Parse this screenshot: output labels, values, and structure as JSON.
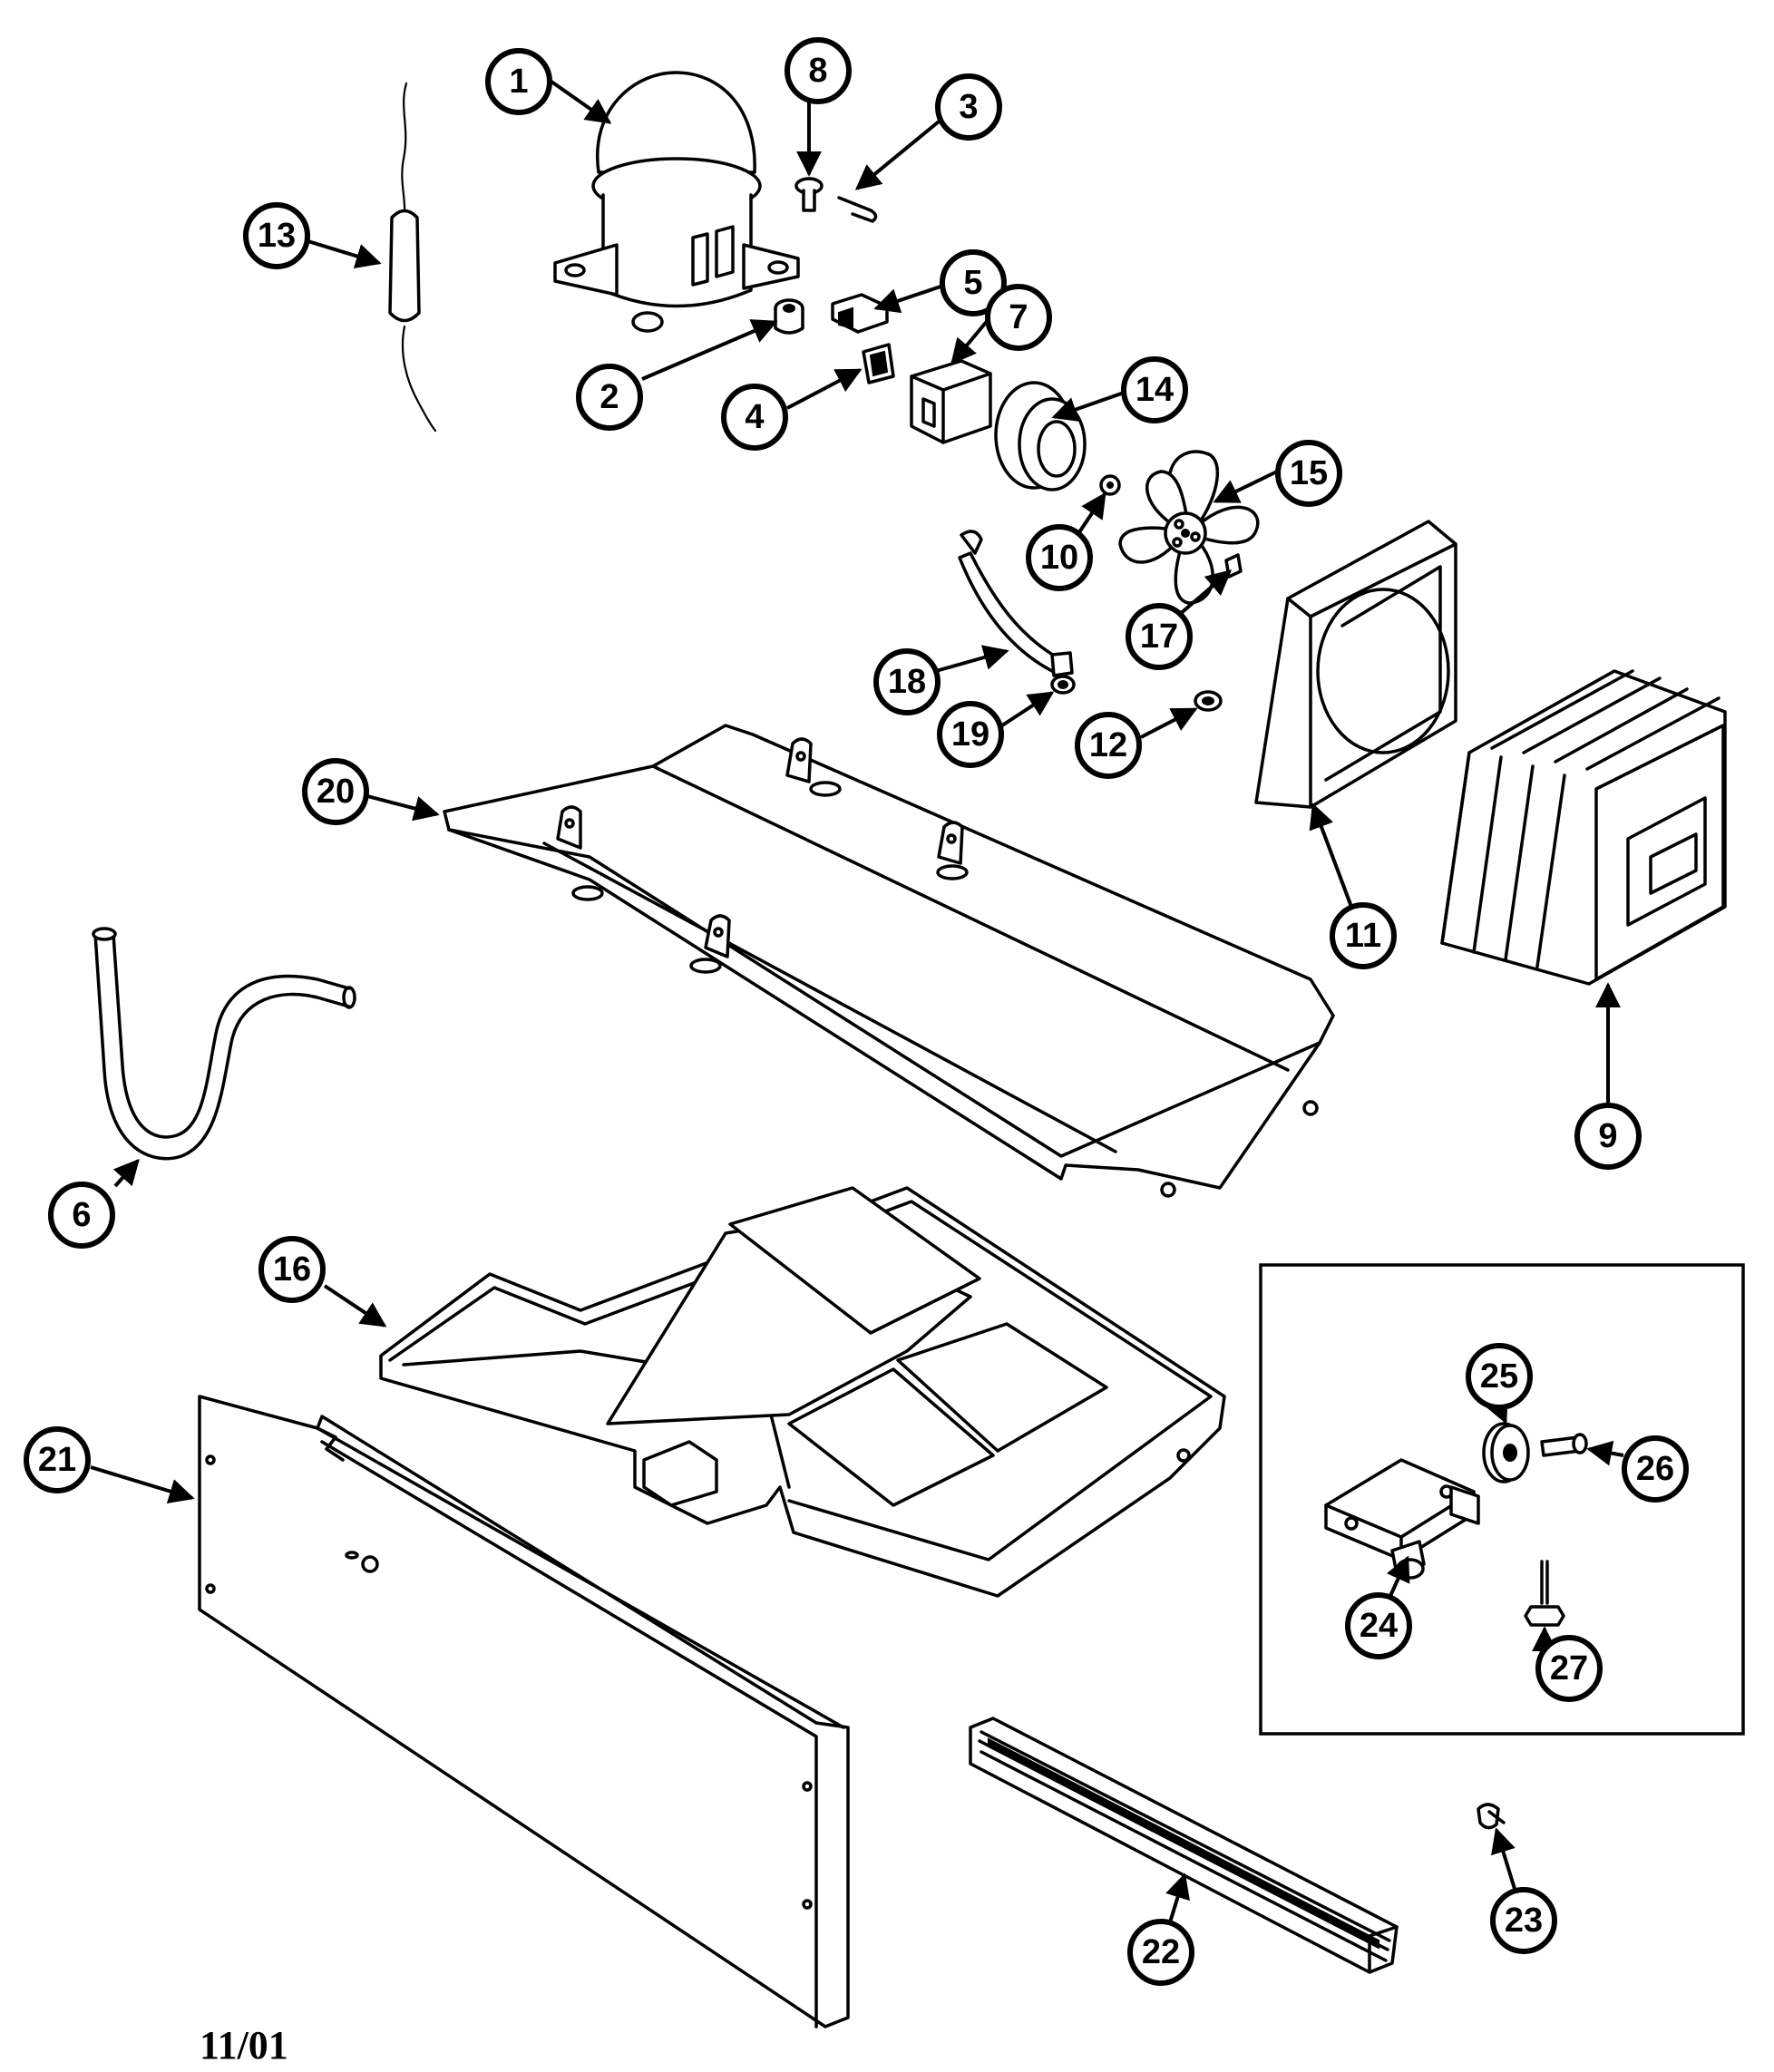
{
  "date": "11/01",
  "callouts": [
    {
      "id": "1",
      "label": "1"
    },
    {
      "id": "2",
      "label": "2"
    },
    {
      "id": "3",
      "label": "3"
    },
    {
      "id": "4",
      "label": "4"
    },
    {
      "id": "5",
      "label": "5"
    },
    {
      "id": "6",
      "label": "6"
    },
    {
      "id": "7",
      "label": "7"
    },
    {
      "id": "8",
      "label": "8"
    },
    {
      "id": "9",
      "label": "9"
    },
    {
      "id": "10",
      "label": "10"
    },
    {
      "id": "11",
      "label": "11"
    },
    {
      "id": "12",
      "label": "12"
    },
    {
      "id": "13",
      "label": "13"
    },
    {
      "id": "14",
      "label": "14"
    },
    {
      "id": "15",
      "label": "15"
    },
    {
      "id": "16",
      "label": "16"
    },
    {
      "id": "17",
      "label": "17"
    },
    {
      "id": "18",
      "label": "18"
    },
    {
      "id": "19",
      "label": "19"
    },
    {
      "id": "20",
      "label": "20"
    },
    {
      "id": "21",
      "label": "21"
    },
    {
      "id": "22",
      "label": "22"
    },
    {
      "id": "23",
      "label": "23"
    },
    {
      "id": "24",
      "label": "24"
    },
    {
      "id": "25",
      "label": "25"
    },
    {
      "id": "26",
      "label": "26"
    },
    {
      "id": "27",
      "label": "27"
    }
  ]
}
